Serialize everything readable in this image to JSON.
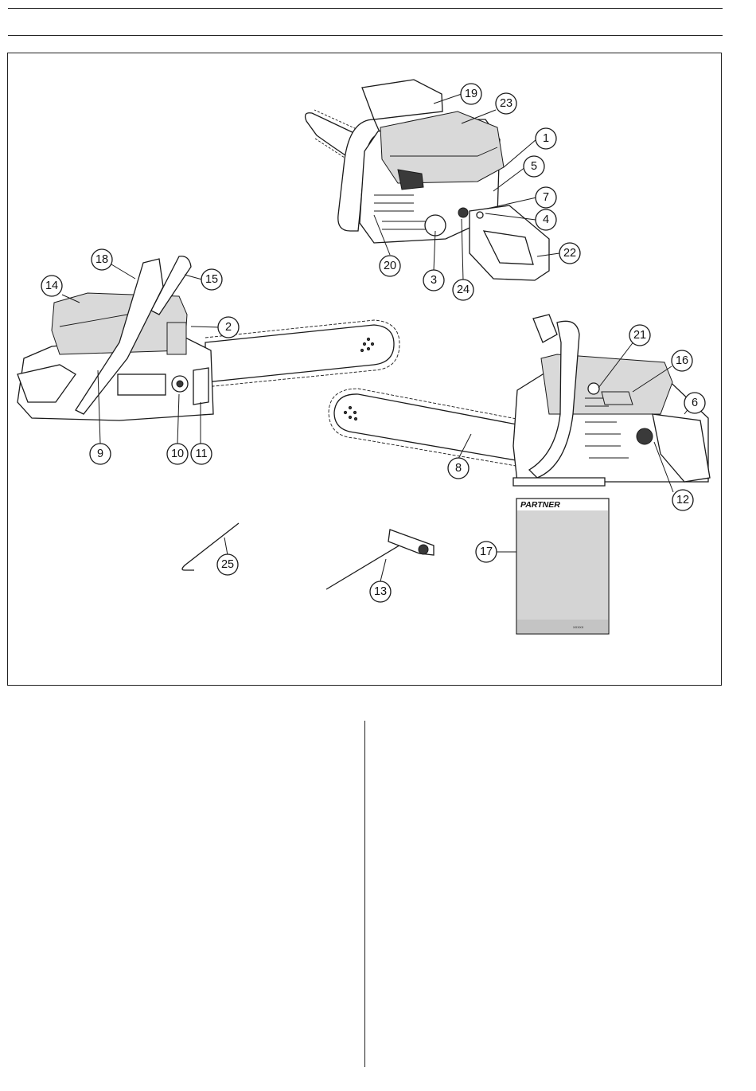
{
  "figure": {
    "callouts": [
      "1",
      "2",
      "3",
      "4",
      "5",
      "6",
      "7",
      "8",
      "9",
      "10",
      "11",
      "12",
      "13",
      "14",
      "15",
      "16",
      "17",
      "18",
      "19",
      "20",
      "21",
      "22",
      "23",
      "24",
      "25"
    ],
    "manual": {
      "brand": "PARTNER",
      "code": "XXXXX"
    },
    "colors": {
      "ink": "#1a1a1a",
      "shade": "#d9d9d9",
      "manual_cover": "#d4d4d4"
    }
  }
}
